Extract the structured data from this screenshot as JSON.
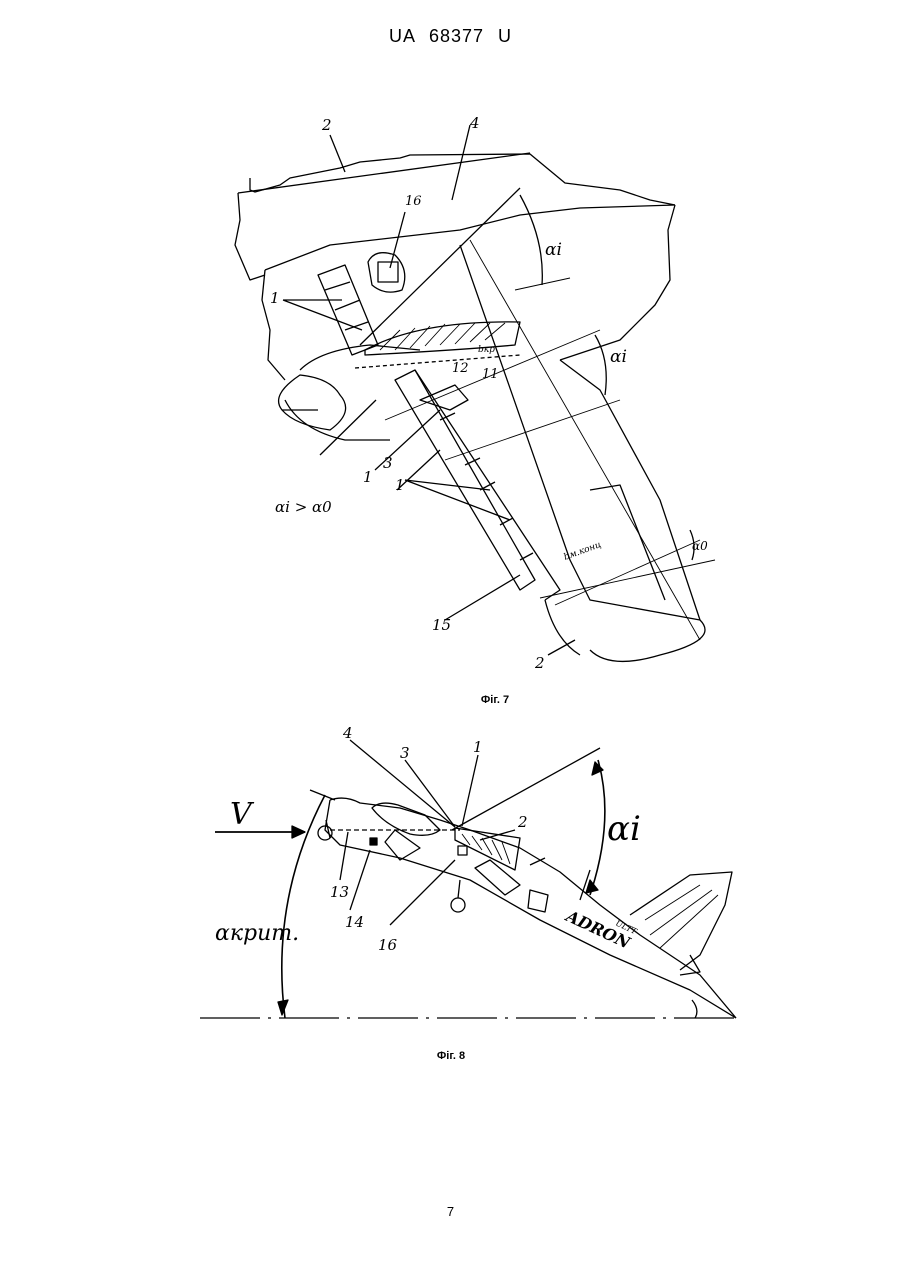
{
  "header": {
    "patent_number": "UA   68377   U"
  },
  "figure7": {
    "caption": "Фіг. 7",
    "labels": {
      "l2a": "2",
      "l4": "4",
      "l16": "16",
      "l1a": "1",
      "l12": "12",
      "l11": "11",
      "l1b": "1",
      "l3": "3",
      "l1c": "1",
      "l15": "15",
      "l2b": "2",
      "alpha_i_top": "αi",
      "alpha_i_mid": "αi",
      "alpha_0": "α0",
      "alpha_relation": "αi > α0",
      "b_kr": "bкр",
      "b_mkonts": "bм.конц"
    }
  },
  "figure8": {
    "caption": "Фіг. 8",
    "labels": {
      "V": "V",
      "l4": "4",
      "l3": "3",
      "l1": "1",
      "l2": "2",
      "l13": "13",
      "l14": "14",
      "l16": "16",
      "alpha_i": "αi",
      "alpha_krit": "αкрит.",
      "adron": "ADRON",
      "reg": "ULTT"
    }
  },
  "page_number": "7"
}
